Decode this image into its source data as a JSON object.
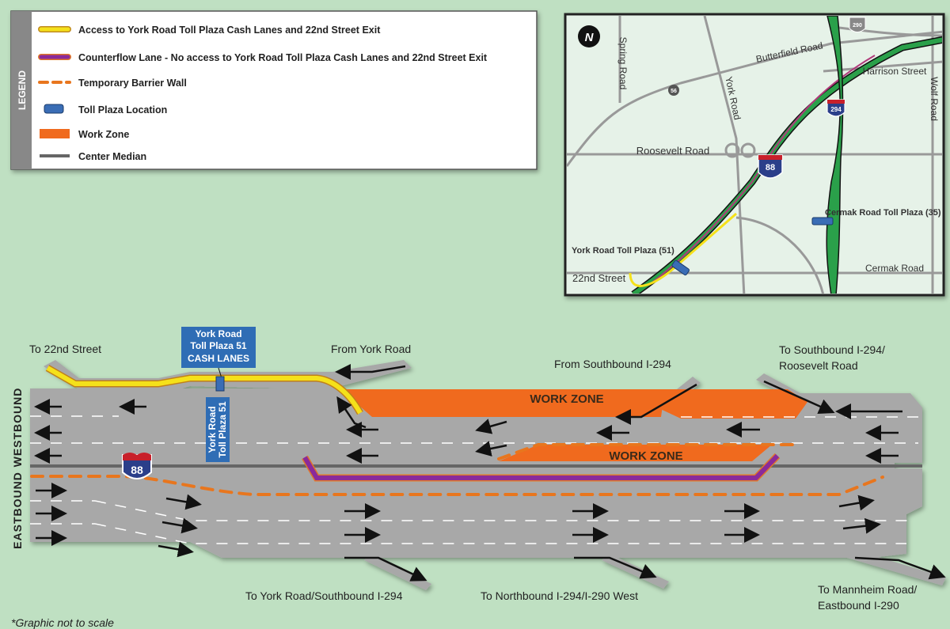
{
  "legend": {
    "title": "LEGEND",
    "items": [
      {
        "label": "Access to York Road Toll Plaza Cash Lanes and 22nd Street Exit",
        "color": "#f5e11a"
      },
      {
        "label": "Counterflow Lane - No access to York Road Toll Plaza Cash Lanes and 22nd Street Exit",
        "color": "#8a2a9a"
      },
      {
        "label": "Temporary Barrier Wall",
        "color": "#e8761e"
      },
      {
        "label": "Toll Plaza Location",
        "color": "#3a6db5"
      },
      {
        "label": "Work Zone",
        "color": "#f06a1e"
      },
      {
        "label": "Center Median",
        "color": "#666666"
      }
    ]
  },
  "inset_map": {
    "north_label": "N",
    "roads": [
      "Spring Road",
      "Butterfield Road",
      "York Road",
      "Harrison Street",
      "Wolf Road",
      "Roosevelt Road",
      "Cermak Road",
      "22nd Street"
    ],
    "shields": {
      "i88": "88",
      "i294": "294",
      "i290": "290",
      "route56": "56"
    },
    "toll_plazas": [
      "York Road Toll Plaza (51)",
      "Cermak Road Toll Plaza (35)"
    ]
  },
  "diagram": {
    "direction_westbound": "WESTBOUND",
    "direction_eastbound": "EASTBOUND",
    "shield": "88",
    "toll_sign": [
      "York Road",
      "Toll Plaza 51",
      "CASH LANES"
    ],
    "toll_vertical": [
      "York Road",
      "Toll Plaza 51"
    ],
    "work_zone_1": "WORK ZONE",
    "work_zone_2": "WORK ZONE",
    "labels": {
      "to_22nd": "To 22nd Street",
      "from_york": "From York Road",
      "from_sb294": "From Southbound I-294",
      "to_sb294_a": "To Southbound I-294/",
      "to_sb294_b": "Roosevelt Road",
      "to_york_sb294": "To York Road/Southbound I-294",
      "to_nb294": "To Northbound I-294/I-290 West",
      "to_mannheim_a": "To Mannheim Road/",
      "to_mannheim_b": "Eastbound I-290"
    },
    "footnote": "*Graphic not to scale"
  }
}
